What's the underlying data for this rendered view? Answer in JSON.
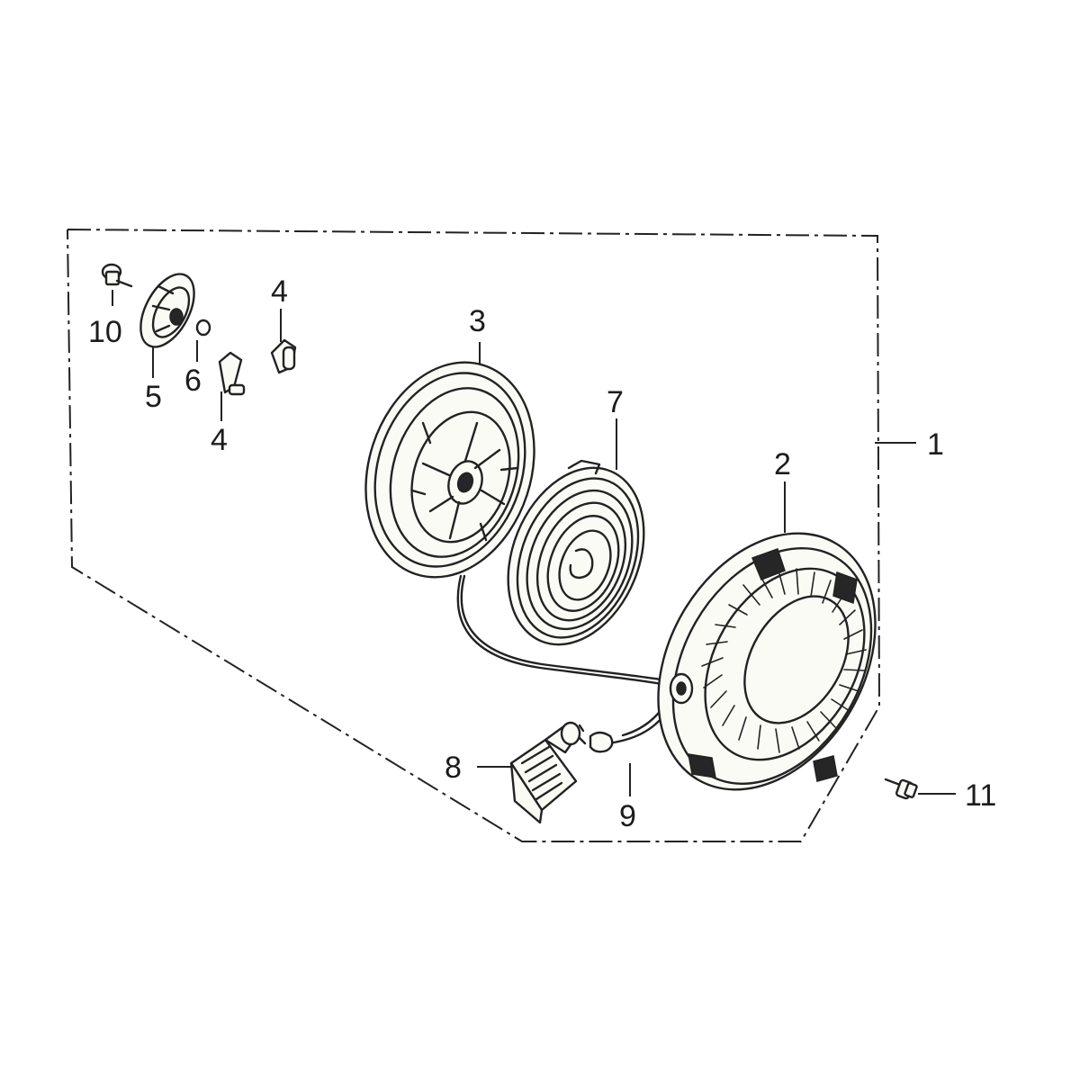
{
  "diagram": {
    "callouts": {
      "c1": "1",
      "c2": "2",
      "c3": "3",
      "c4a": "4",
      "c4b": "4",
      "c5": "5",
      "c6": "6",
      "c7": "7",
      "c8": "8",
      "c9": "9",
      "c10": "10",
      "c11": "11"
    },
    "parts": [
      {
        "ref": "1",
        "icon": "assembly-boundary"
      },
      {
        "ref": "2",
        "icon": "starter-case"
      },
      {
        "ref": "3",
        "icon": "reel-pulley"
      },
      {
        "ref": "4",
        "icon": "ratchet-pawl"
      },
      {
        "ref": "5",
        "icon": "friction-plate"
      },
      {
        "ref": "6",
        "icon": "spring-clip"
      },
      {
        "ref": "7",
        "icon": "recoil-spring"
      },
      {
        "ref": "8",
        "icon": "starter-grip"
      },
      {
        "ref": "9",
        "icon": "starter-rope"
      },
      {
        "ref": "10",
        "icon": "setting-bolt"
      },
      {
        "ref": "11",
        "icon": "flange-bolt"
      }
    ],
    "line_color": "#222222",
    "background": "#ffffff"
  }
}
